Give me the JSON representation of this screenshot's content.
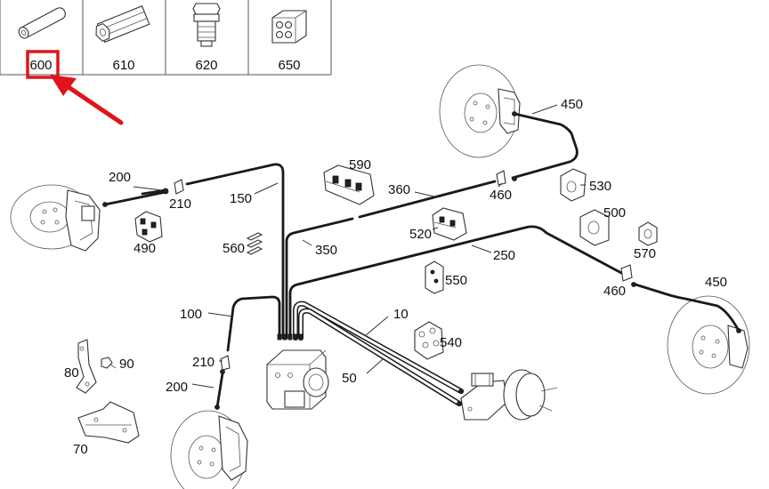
{
  "parts_table": {
    "cells": [
      {
        "id": "600",
        "label": "600"
      },
      {
        "id": "610",
        "label": "610"
      },
      {
        "id": "620",
        "label": "620"
      },
      {
        "id": "650",
        "label": "650"
      }
    ]
  },
  "highlight": {
    "target": "600",
    "color": "#e0141b"
  },
  "callouts": {
    "c450a": "450",
    "c200a": "200",
    "c210a": "210",
    "c150": "150",
    "c590": "590",
    "c360": "360",
    "c460a": "460",
    "c530": "530",
    "c490": "490",
    "c500": "500",
    "c560": "560",
    "c350": "350",
    "c520": "520",
    "c570": "570",
    "c250": "250",
    "c550": "550",
    "c460b": "460",
    "c450b": "450",
    "c100": "100",
    "c10": "10",
    "c540": "540",
    "c80": "80",
    "c90": "90",
    "c210b": "210",
    "c50": "50",
    "c200b": "200",
    "c70": "70"
  }
}
